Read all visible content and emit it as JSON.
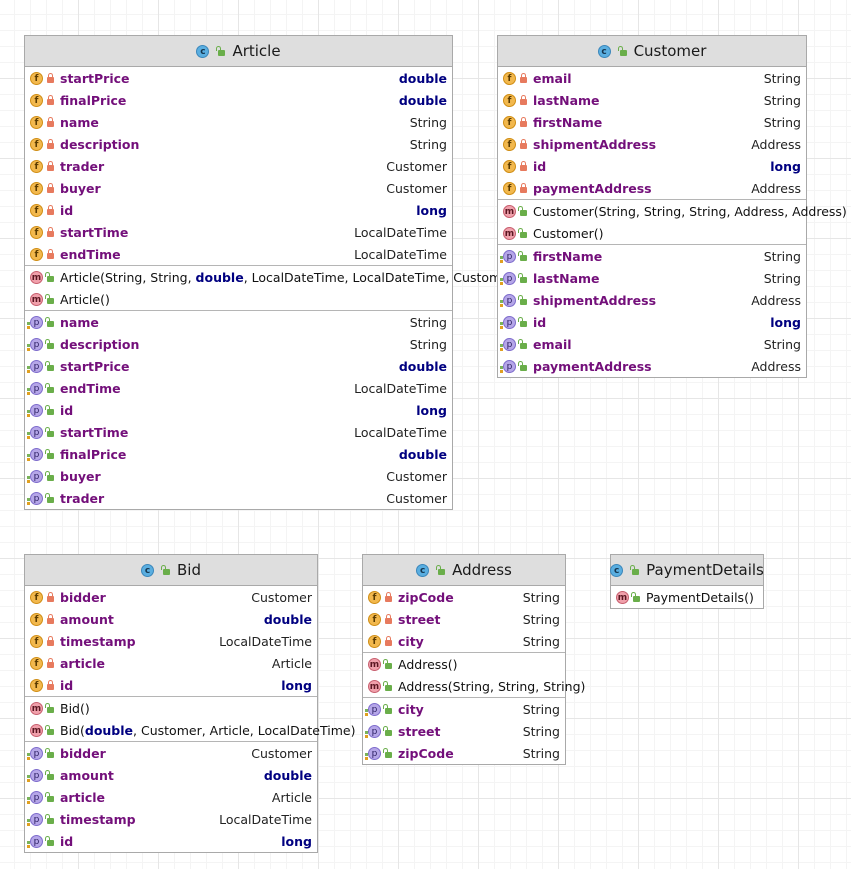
{
  "classes": {
    "article": {
      "name": "Article",
      "fields": [
        {
          "name": "startPrice",
          "type": "double"
        },
        {
          "name": "finalPrice",
          "type": "double"
        },
        {
          "name": "name",
          "type": "String"
        },
        {
          "name": "description",
          "type": "String"
        },
        {
          "name": "trader",
          "type": "Customer"
        },
        {
          "name": "buyer",
          "type": "Customer"
        },
        {
          "name": "id",
          "type": "long"
        },
        {
          "name": "startTime",
          "type": "LocalDateTime"
        },
        {
          "name": "endTime",
          "type": "LocalDateTime"
        }
      ],
      "methods": [
        {
          "name": "Article",
          "params": [
            "String",
            "String",
            "double",
            "LocalDateTime",
            "LocalDateTime",
            "Customer"
          ]
        },
        {
          "name": "Article",
          "params": []
        }
      ],
      "properties": [
        {
          "name": "name",
          "type": "String"
        },
        {
          "name": "description",
          "type": "String"
        },
        {
          "name": "startPrice",
          "type": "double"
        },
        {
          "name": "endTime",
          "type": "LocalDateTime"
        },
        {
          "name": "id",
          "type": "long"
        },
        {
          "name": "startTime",
          "type": "LocalDateTime"
        },
        {
          "name": "finalPrice",
          "type": "double"
        },
        {
          "name": "buyer",
          "type": "Customer"
        },
        {
          "name": "trader",
          "type": "Customer"
        }
      ]
    },
    "customer": {
      "name": "Customer",
      "fields": [
        {
          "name": "email",
          "type": "String"
        },
        {
          "name": "lastName",
          "type": "String"
        },
        {
          "name": "firstName",
          "type": "String"
        },
        {
          "name": "shipmentAddress",
          "type": "Address"
        },
        {
          "name": "id",
          "type": "long"
        },
        {
          "name": "paymentAddress",
          "type": "Address"
        }
      ],
      "methods": [
        {
          "name": "Customer",
          "params": [
            "String",
            "String",
            "String",
            "Address",
            "Address"
          ]
        },
        {
          "name": "Customer",
          "params": []
        }
      ],
      "properties": [
        {
          "name": "firstName",
          "type": "String"
        },
        {
          "name": "lastName",
          "type": "String"
        },
        {
          "name": "shipmentAddress",
          "type": "Address"
        },
        {
          "name": "id",
          "type": "long"
        },
        {
          "name": "email",
          "type": "String"
        },
        {
          "name": "paymentAddress",
          "type": "Address"
        }
      ]
    },
    "bid": {
      "name": "Bid",
      "fields": [
        {
          "name": "bidder",
          "type": "Customer"
        },
        {
          "name": "amount",
          "type": "double"
        },
        {
          "name": "timestamp",
          "type": "LocalDateTime"
        },
        {
          "name": "article",
          "type": "Article"
        },
        {
          "name": "id",
          "type": "long"
        }
      ],
      "methods": [
        {
          "name": "Bid",
          "params": []
        },
        {
          "name": "Bid",
          "params": [
            "double",
            "Customer",
            "Article",
            "LocalDateTime"
          ]
        }
      ],
      "properties": [
        {
          "name": "bidder",
          "type": "Customer"
        },
        {
          "name": "amount",
          "type": "double"
        },
        {
          "name": "article",
          "type": "Article"
        },
        {
          "name": "timestamp",
          "type": "LocalDateTime"
        },
        {
          "name": "id",
          "type": "long"
        }
      ]
    },
    "address": {
      "name": "Address",
      "fields": [
        {
          "name": "zipCode",
          "type": "String"
        },
        {
          "name": "street",
          "type": "String"
        },
        {
          "name": "city",
          "type": "String"
        }
      ],
      "methods": [
        {
          "name": "Address",
          "params": []
        },
        {
          "name": "Address",
          "params": [
            "String",
            "String",
            "String"
          ]
        }
      ],
      "properties": [
        {
          "name": "city",
          "type": "String"
        },
        {
          "name": "street",
          "type": "String"
        },
        {
          "name": "zipCode",
          "type": "String"
        }
      ]
    },
    "paymentdetails": {
      "name": "PaymentDetails",
      "fields": [],
      "methods": [
        {
          "name": "PaymentDetails",
          "params": []
        }
      ],
      "properties": []
    }
  },
  "primitive_types": [
    "double",
    "long"
  ],
  "icons": {
    "class": "class-icon",
    "field": "field-icon",
    "method": "method-icon",
    "property": "property-icon",
    "private": "private-lock-icon",
    "public": "public-lock-icon"
  },
  "colors": {
    "member_name": "#730f7a",
    "primitive_type": "#000080",
    "header_bg": "#dedede"
  }
}
